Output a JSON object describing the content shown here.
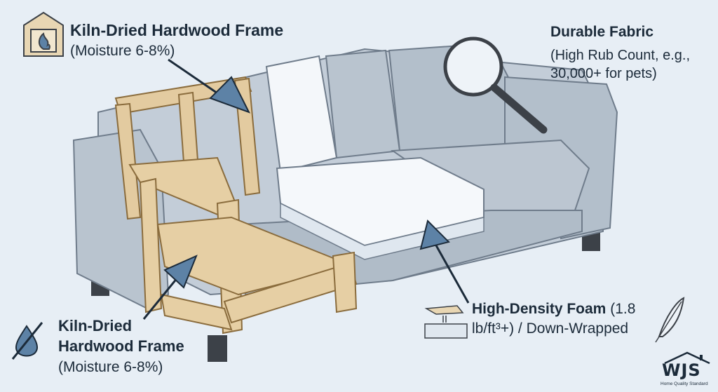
{
  "callouts": {
    "frame_top": {
      "title": "Kiln-Dried Hardwood Frame",
      "detail": "(Moisture 6-8%)"
    },
    "fabric": {
      "title": "Durable Fabric",
      "detail_1": "(High Rub Count, e.g.,",
      "detail_2": "30,000+ for pets)"
    },
    "frame_bottom": {
      "title_1": "Kiln-Dried",
      "title_2": "Hardwood Frame",
      "detail": "(Moisture 6-8%)"
    },
    "foam": {
      "title": "High-Density Foam",
      "detail_1": "(1.8",
      "detail_2": "lb/ft³+) / Down-Wrapped"
    }
  },
  "logo": {
    "brand": "WJS",
    "tagline": "Home Quality Standard"
  },
  "icons": [
    "kiln-icon",
    "magnifying-glass-icon",
    "no-moisture-icon",
    "hand-pressing-foam-icon",
    "feather-icon",
    "house-roof-icon"
  ],
  "colors": {
    "background": "#e7eef5",
    "fabric": "#b9c4cf",
    "wood": "#e3cba0",
    "arrow": "#5d82a6",
    "text": "#1c2b3a"
  }
}
